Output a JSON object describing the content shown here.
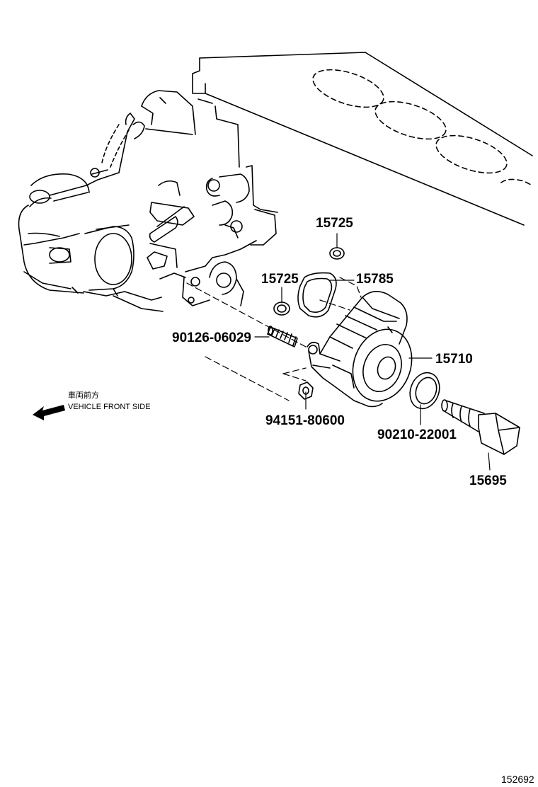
{
  "parts": {
    "gasket_upper": "15725",
    "gasket_lower": "15725",
    "oring": "15785",
    "stud_bolt": "90126-06029",
    "cooler_assy": "15710",
    "nut": "94151-80600",
    "gasket_ring": "90210-22001",
    "union_bolt": "15695"
  },
  "direction": {
    "japanese": "車両前方",
    "english": "VEHICLE FRONT SIDE",
    "arrow_icon": "left-arrow-icon"
  },
  "figure_ref": "152692"
}
